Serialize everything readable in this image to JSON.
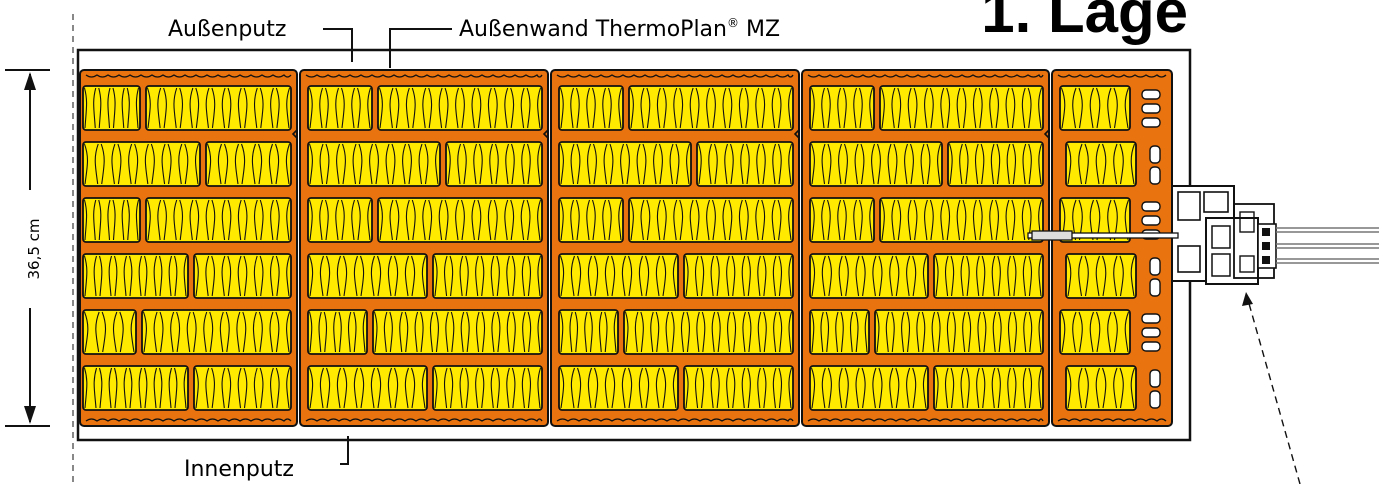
{
  "labels": {
    "title": "1. Lage",
    "exterior_plaster": "Außenputz",
    "exterior_wall_prefix": "Außenwand ThermoPlan",
    "exterior_wall_reg": "®",
    "exterior_wall_suffix": " MZ",
    "interior_plaster": "Innenputz",
    "dimension": "36,5 cm"
  },
  "colors": {
    "brick": "#E8730F",
    "insulation": "#FFEA00",
    "outline": "#111111",
    "background": "#FFFFFF"
  },
  "bricks": {
    "count": 5,
    "insulation_rows": 6,
    "perforation_column": "right-end brick"
  }
}
